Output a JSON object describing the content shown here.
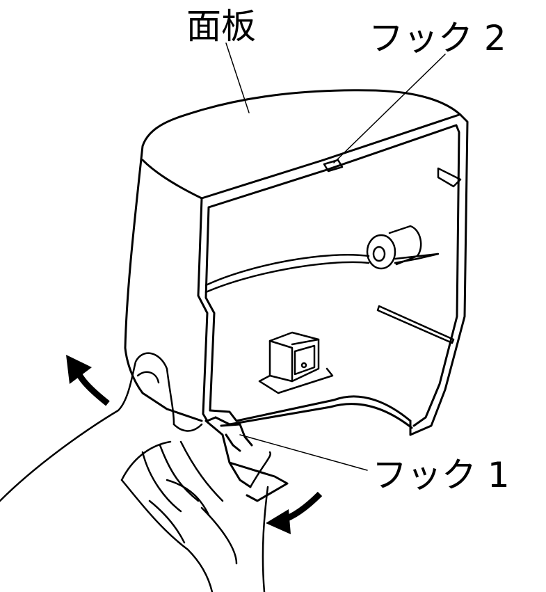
{
  "labels": {
    "panel": "面板",
    "hook2": "フック 2",
    "hook1": "フック 1"
  },
  "colors": {
    "ink": "#000000",
    "background": "#ffffff"
  },
  "icons": {
    "arrow_up_left": "curved-arrow-icon",
    "arrow_down_right": "curved-arrow-icon"
  }
}
